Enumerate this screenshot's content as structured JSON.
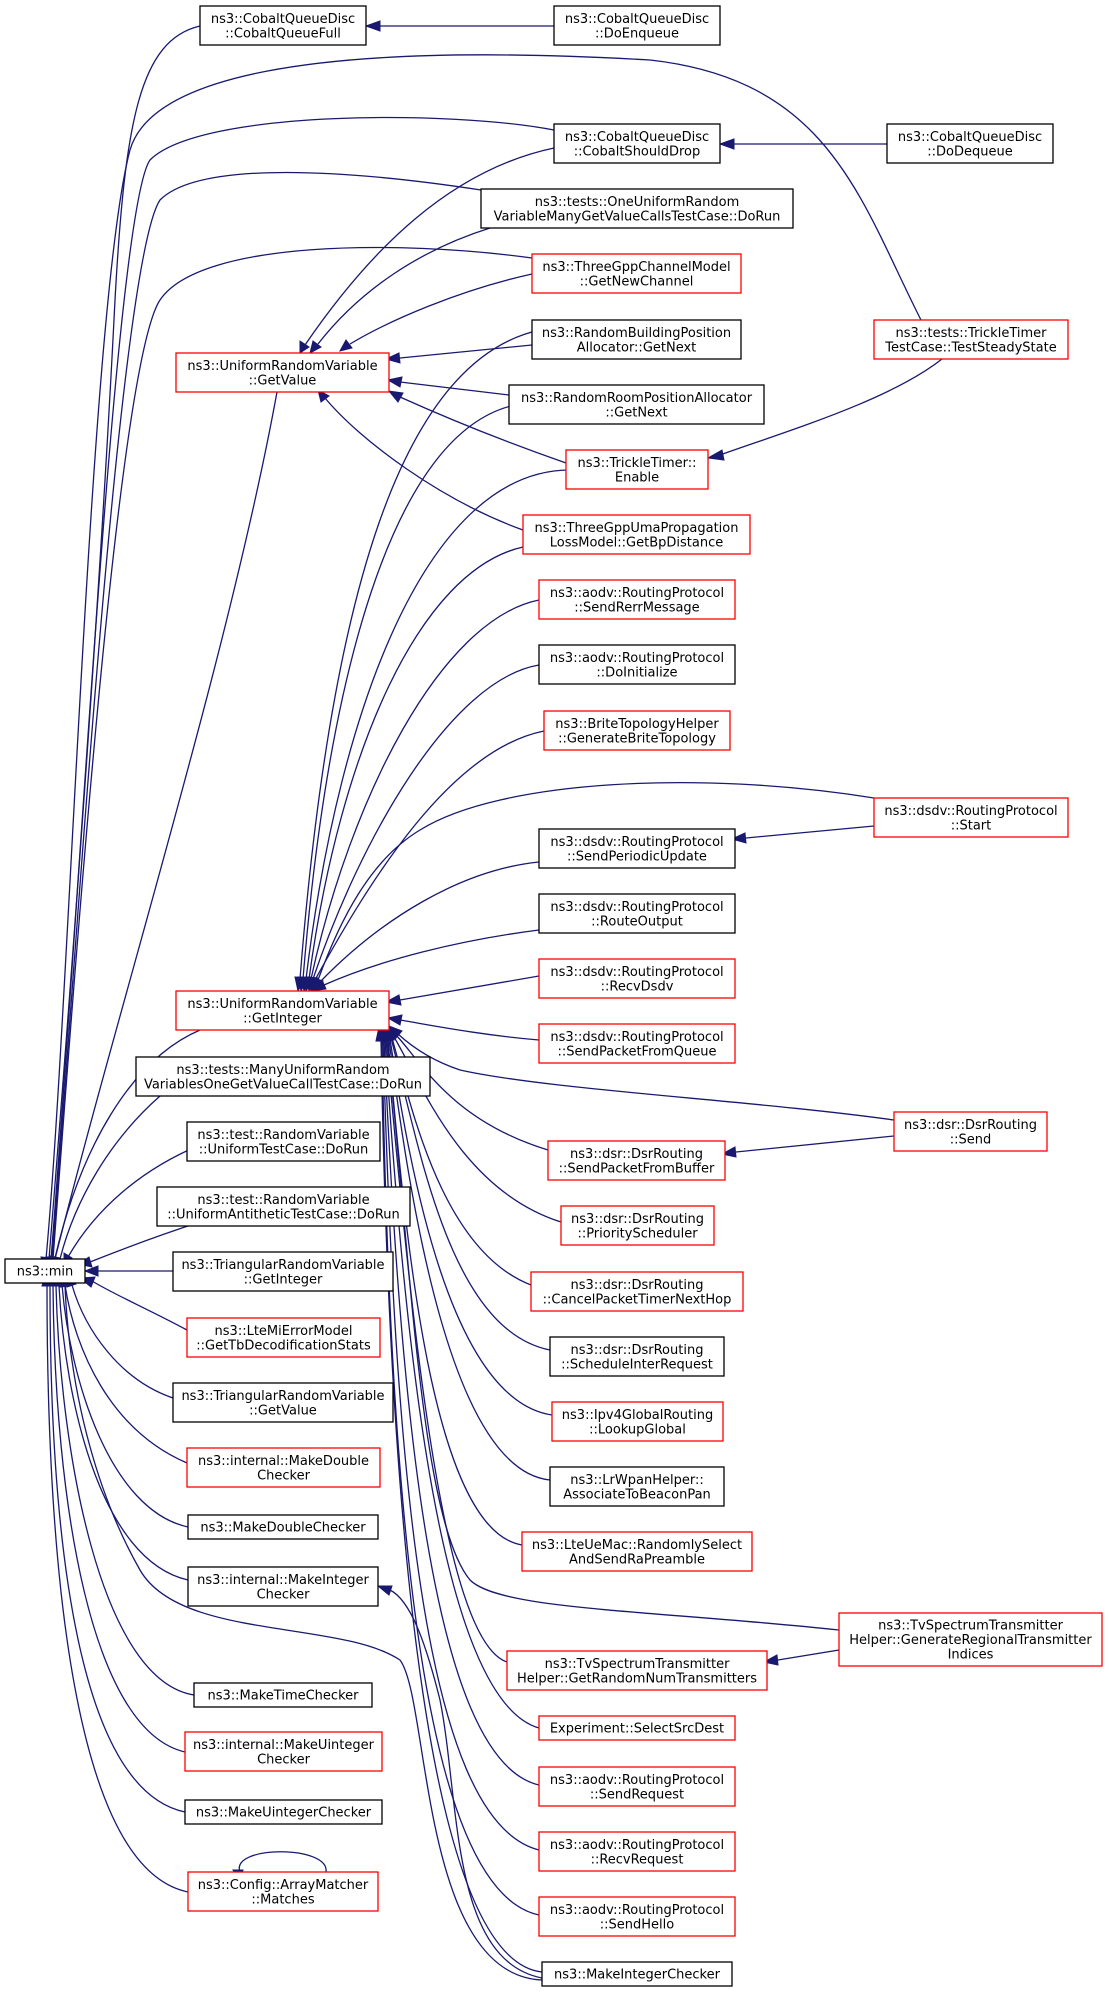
{
  "colors": {
    "edge": "#191970",
    "border_documented": "#000000",
    "border_undocumented": "#ff0000",
    "focus_fill": "#bfbfbf",
    "background": "#ffffff"
  },
  "focus_node": "n0",
  "nodes": {
    "n0": {
      "label": [
        "ns3::min"
      ],
      "border": "black",
      "focus": true
    },
    "n1": {
      "label": [
        "ns3::CobaltQueueDisc",
        "::CobaltQueueFull"
      ],
      "border": "black"
    },
    "n2": {
      "label": [
        "ns3::CobaltQueueDisc",
        "::DoEnqueue"
      ],
      "border": "black"
    },
    "n3": {
      "label": [
        "ns3::CobaltQueueDisc",
        "::CobaltShouldDrop"
      ],
      "border": "black"
    },
    "n4": {
      "label": [
        "ns3::CobaltQueueDisc",
        "::DoDequeue"
      ],
      "border": "black"
    },
    "n5": {
      "label": [
        "ns3::tests::OneUniformRandom",
        "VariableManyGetValueCallsTestCase::DoRun"
      ],
      "border": "black"
    },
    "n6": {
      "label": [
        "ns3::ThreeGppChannelModel",
        "::GetNewChannel"
      ],
      "border": "red"
    },
    "n7": {
      "label": [
        "ns3::UniformRandomVariable",
        "::GetValue"
      ],
      "border": "red"
    },
    "n8": {
      "label": [
        "ns3::RandomBuildingPosition",
        "Allocator::GetNext"
      ],
      "border": "black"
    },
    "n9": {
      "label": [
        "ns3::tests::TrickleTimer",
        "TestCase::TestSteadyState"
      ],
      "border": "red"
    },
    "n10": {
      "label": [
        "ns3::RandomRoomPositionAllocator",
        "::GetNext"
      ],
      "border": "black"
    },
    "n11": {
      "label": [
        "ns3::TrickleTimer::",
        "Enable"
      ],
      "border": "red"
    },
    "n12": {
      "label": [
        "ns3::ThreeGppUmaPropagation",
        "LossModel::GetBpDistance"
      ],
      "border": "red"
    },
    "n13": {
      "label": [
        "ns3::aodv::RoutingProtocol",
        "::SendRerrMessage"
      ],
      "border": "red"
    },
    "n14": {
      "label": [
        "ns3::aodv::RoutingProtocol",
        "::DoInitialize"
      ],
      "border": "black"
    },
    "n15": {
      "label": [
        "ns3::BriteTopologyHelper",
        "::GenerateBriteTopology"
      ],
      "border": "red"
    },
    "n16": {
      "label": [
        "ns3::dsdv::RoutingProtocol",
        "::Start"
      ],
      "border": "red"
    },
    "n17": {
      "label": [
        "ns3::dsdv::RoutingProtocol",
        "::SendPeriodicUpdate"
      ],
      "border": "black"
    },
    "n18": {
      "label": [
        "ns3::dsdv::RoutingProtocol",
        "::RouteOutput"
      ],
      "border": "black"
    },
    "n19": {
      "label": [
        "ns3::dsdv::RoutingProtocol",
        "::RecvDsdv"
      ],
      "border": "red"
    },
    "n20": {
      "label": [
        "ns3::UniformRandomVariable",
        "::GetInteger"
      ],
      "border": "red"
    },
    "n21": {
      "label": [
        "ns3::dsdv::RoutingProtocol",
        "::SendPacketFromQueue"
      ],
      "border": "red"
    },
    "n22": {
      "label": [
        "ns3::tests::ManyUniformRandom",
        "VariablesOneGetValueCallTestCase::DoRun"
      ],
      "border": "black"
    },
    "n23": {
      "label": [
        "ns3::dsr::DsrRouting",
        "::Send"
      ],
      "border": "red"
    },
    "n24": {
      "label": [
        "ns3::test::RandomVariable",
        "::UniformTestCase::DoRun"
      ],
      "border": "black"
    },
    "n25": {
      "label": [
        "ns3::dsr::DsrRouting",
        "::SendPacketFromBuffer"
      ],
      "border": "red"
    },
    "n26": {
      "label": [
        "ns3::test::RandomVariable",
        "::UniformAntitheticTestCase::DoRun"
      ],
      "border": "black"
    },
    "n27": {
      "label": [
        "ns3::dsr::DsrRouting",
        "::PriorityScheduler"
      ],
      "border": "red"
    },
    "n28": {
      "label": [
        "ns3::TriangularRandomVariable",
        "::GetInteger"
      ],
      "border": "black"
    },
    "n29": {
      "label": [
        "ns3::dsr::DsrRouting",
        "::CancelPacketTimerNextHop"
      ],
      "border": "red"
    },
    "n30": {
      "label": [
        "ns3::LteMiErrorModel",
        "::GetTbDecodificationStats"
      ],
      "border": "red"
    },
    "n31": {
      "label": [
        "ns3::dsr::DsrRouting",
        "::ScheduleInterRequest"
      ],
      "border": "black"
    },
    "n32": {
      "label": [
        "ns3::TriangularRandomVariable",
        "::GetValue"
      ],
      "border": "black"
    },
    "n33": {
      "label": [
        "ns3::Ipv4GlobalRouting",
        "::LookupGlobal"
      ],
      "border": "red"
    },
    "n34": {
      "label": [
        "ns3::internal::MakeDouble",
        "Checker"
      ],
      "border": "red"
    },
    "n35": {
      "label": [
        "ns3::LrWpanHelper::",
        "AssociateToBeaconPan"
      ],
      "border": "black"
    },
    "n36": {
      "label": [
        "ns3::MakeDoubleChecker"
      ],
      "border": "black"
    },
    "n37": {
      "label": [
        "ns3::LteUeMac::RandomlySelect",
        "AndSendRaPreamble"
      ],
      "border": "red"
    },
    "n38": {
      "label": [
        "ns3::internal::MakeInteger",
        "Checker"
      ],
      "border": "black"
    },
    "n39": {
      "label": [
        "ns3::TvSpectrumTransmitter",
        "Helper::GenerateRegionalTransmitter",
        "Indices"
      ],
      "border": "red"
    },
    "n40": {
      "label": [
        "ns3::TvSpectrumTransmitter",
        "Helper::GetRandomNumTransmitters"
      ],
      "border": "red"
    },
    "n41": {
      "label": [
        "ns3::MakeTimeChecker"
      ],
      "border": "black"
    },
    "n42": {
      "label": [
        "Experiment::SelectSrcDest"
      ],
      "border": "red"
    },
    "n43": {
      "label": [
        "ns3::internal::MakeUinteger",
        "Checker"
      ],
      "border": "red"
    },
    "n44": {
      "label": [
        "ns3::aodv::RoutingProtocol",
        "::SendRequest"
      ],
      "border": "red"
    },
    "n45": {
      "label": [
        "ns3::MakeUintegerChecker"
      ],
      "border": "black"
    },
    "n46": {
      "label": [
        "ns3::aodv::RoutingProtocol",
        "::RecvRequest"
      ],
      "border": "red"
    },
    "n47": {
      "label": [
        "ns3::Config::ArrayMatcher",
        "::Matches"
      ],
      "border": "red"
    },
    "n48": {
      "label": [
        "ns3::aodv::RoutingProtocol",
        "::SendHello"
      ],
      "border": "red"
    },
    "n49": {
      "label": [
        "ns3::MakeIntegerChecker"
      ],
      "border": "black"
    }
  },
  "edges": [
    {
      "from": "n1",
      "to": "n0"
    },
    {
      "from": "n3",
      "to": "n0"
    },
    {
      "from": "n5",
      "to": "n0"
    },
    {
      "from": "n6",
      "to": "n0"
    },
    {
      "from": "n7",
      "to": "n0"
    },
    {
      "from": "n9",
      "to": "n0"
    },
    {
      "from": "n20",
      "to": "n0"
    },
    {
      "from": "n22",
      "to": "n0"
    },
    {
      "from": "n24",
      "to": "n0"
    },
    {
      "from": "n26",
      "to": "n0"
    },
    {
      "from": "n28",
      "to": "n0"
    },
    {
      "from": "n30",
      "to": "n0"
    },
    {
      "from": "n32",
      "to": "n0"
    },
    {
      "from": "n34",
      "to": "n0"
    },
    {
      "from": "n36",
      "to": "n0"
    },
    {
      "from": "n38",
      "to": "n0"
    },
    {
      "from": "n41",
      "to": "n0"
    },
    {
      "from": "n43",
      "to": "n0"
    },
    {
      "from": "n45",
      "to": "n0"
    },
    {
      "from": "n47",
      "to": "n0"
    },
    {
      "from": "n49",
      "to": "n0"
    },
    {
      "from": "n2",
      "to": "n1"
    },
    {
      "from": "n4",
      "to": "n3"
    },
    {
      "from": "n3",
      "to": "n7"
    },
    {
      "from": "n5",
      "to": "n7"
    },
    {
      "from": "n6",
      "to": "n7"
    },
    {
      "from": "n8",
      "to": "n7"
    },
    {
      "from": "n10",
      "to": "n7"
    },
    {
      "from": "n11",
      "to": "n7"
    },
    {
      "from": "n12",
      "to": "n7"
    },
    {
      "from": "n9",
      "to": "n11"
    },
    {
      "from": "n8",
      "to": "n20"
    },
    {
      "from": "n10",
      "to": "n20"
    },
    {
      "from": "n11",
      "to": "n20"
    },
    {
      "from": "n12",
      "to": "n20"
    },
    {
      "from": "n13",
      "to": "n20"
    },
    {
      "from": "n14",
      "to": "n20"
    },
    {
      "from": "n15",
      "to": "n20"
    },
    {
      "from": "n16",
      "to": "n20"
    },
    {
      "from": "n17",
      "to": "n20"
    },
    {
      "from": "n18",
      "to": "n20"
    },
    {
      "from": "n19",
      "to": "n20"
    },
    {
      "from": "n21",
      "to": "n20"
    },
    {
      "from": "n23",
      "to": "n20"
    },
    {
      "from": "n25",
      "to": "n20"
    },
    {
      "from": "n27",
      "to": "n20"
    },
    {
      "from": "n29",
      "to": "n20"
    },
    {
      "from": "n31",
      "to": "n20"
    },
    {
      "from": "n33",
      "to": "n20"
    },
    {
      "from": "n35",
      "to": "n20"
    },
    {
      "from": "n37",
      "to": "n20"
    },
    {
      "from": "n39",
      "to": "n20"
    },
    {
      "from": "n40",
      "to": "n20"
    },
    {
      "from": "n42",
      "to": "n20"
    },
    {
      "from": "n44",
      "to": "n20"
    },
    {
      "from": "n46",
      "to": "n20"
    },
    {
      "from": "n48",
      "to": "n20"
    },
    {
      "from": "n49",
      "to": "n20"
    },
    {
      "from": "n16",
      "to": "n17"
    },
    {
      "from": "n23",
      "to": "n25"
    },
    {
      "from": "n39",
      "to": "n40"
    },
    {
      "from": "n49",
      "to": "n38"
    },
    {
      "from": "n47",
      "to": "n47"
    }
  ]
}
